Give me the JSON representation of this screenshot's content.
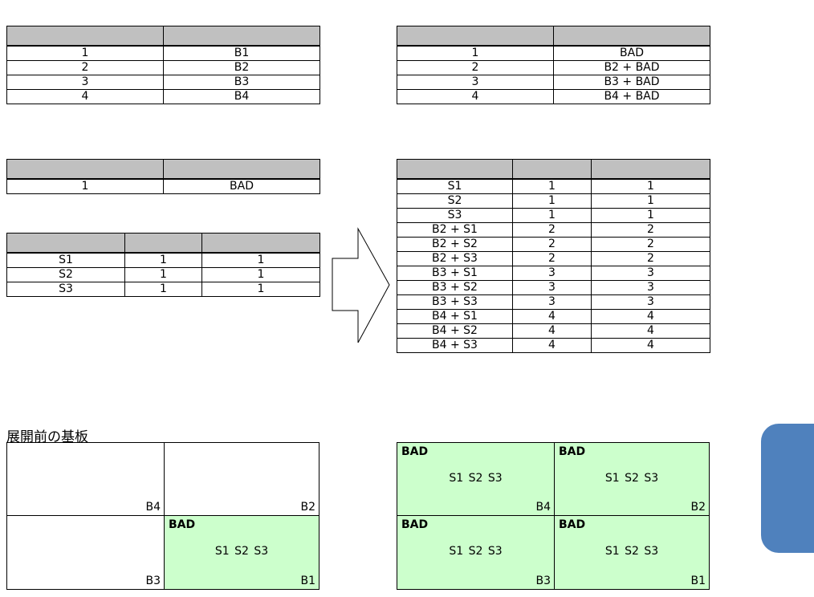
{
  "table_b": {
    "rows": [
      [
        "1",
        "B1"
      ],
      [
        "2",
        "B2"
      ],
      [
        "3",
        "B3"
      ],
      [
        "4",
        "B4"
      ]
    ]
  },
  "table_b_bad": {
    "rows": [
      [
        "1",
        "BAD"
      ],
      [
        "2",
        "B2 + BAD"
      ],
      [
        "3",
        "B3 + BAD"
      ],
      [
        "4",
        "B4 + BAD"
      ]
    ]
  },
  "table_bad": {
    "rows": [
      [
        "1",
        "BAD"
      ]
    ]
  },
  "table_s": {
    "rows": [
      [
        "S1",
        "1",
        "1"
      ],
      [
        "S2",
        "1",
        "1"
      ],
      [
        "S3",
        "1",
        "1"
      ]
    ]
  },
  "table_result": {
    "rows": [
      [
        "S1",
        "1",
        "1"
      ],
      [
        "S2",
        "1",
        "1"
      ],
      [
        "S3",
        "1",
        "1"
      ],
      [
        "B2 + S1",
        "2",
        "2"
      ],
      [
        "B2 + S2",
        "2",
        "2"
      ],
      [
        "B2 + S3",
        "2",
        "2"
      ],
      [
        "B3 + S1",
        "3",
        "3"
      ],
      [
        "B3 + S2",
        "3",
        "3"
      ],
      [
        "B3 + S3",
        "3",
        "3"
      ],
      [
        "B4 + S1",
        "4",
        "4"
      ],
      [
        "B4 + S2",
        "4",
        "4"
      ],
      [
        "B4 + S3",
        "4",
        "4"
      ]
    ]
  },
  "board_before": {
    "title": "展開前の基板",
    "cells": [
      {
        "id": "B4",
        "bad": "",
        "parts": "",
        "highlight": false
      },
      {
        "id": "B2",
        "bad": "",
        "parts": "",
        "highlight": false
      },
      {
        "id": "B3",
        "bad": "",
        "parts": "",
        "highlight": false
      },
      {
        "id": "B1",
        "bad": "BAD",
        "parts": "S1 S2 S3",
        "highlight": true
      }
    ]
  },
  "board_after": {
    "cells": [
      {
        "id": "B4",
        "bad": "BAD",
        "parts": "S1 S2 S3",
        "highlight": true
      },
      {
        "id": "B2",
        "bad": "BAD",
        "parts": "S1 S2 S3",
        "highlight": true
      },
      {
        "id": "B3",
        "bad": "BAD",
        "parts": "S1 S2 S3",
        "highlight": true
      },
      {
        "id": "B1",
        "bad": "BAD",
        "parts": "S1 S2 S3",
        "highlight": true
      }
    ]
  },
  "colors": {
    "header_gray": "#c0c0c0",
    "highlight_green": "#ccffcc",
    "tab_blue": "#4f81bd"
  },
  "icons": {
    "arrow": "right-arrow-icon"
  }
}
